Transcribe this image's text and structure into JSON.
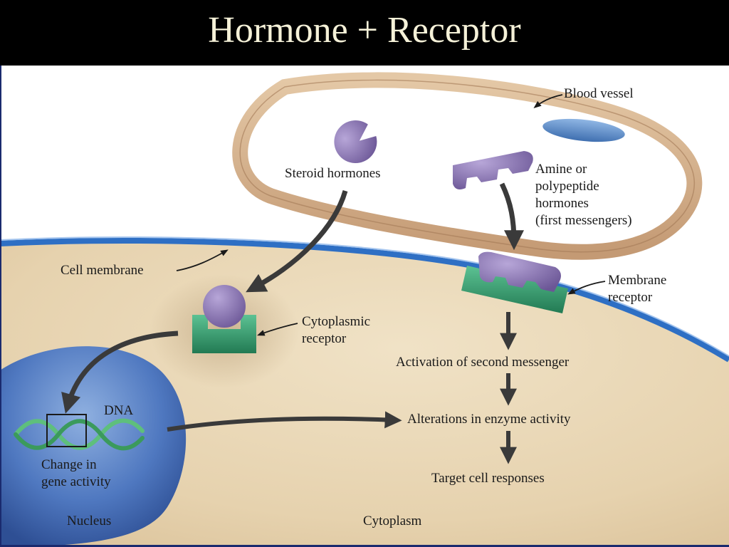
{
  "slide": {
    "title": "Hormone + Receptor"
  },
  "labels": {
    "blood_vessel": "Blood vessel",
    "steroid_hormones": "Steroid hormones",
    "amine_line1": "Amine or",
    "amine_line2": "polypeptide",
    "amine_line3": "hormones",
    "amine_line4": "(first messengers)",
    "cell_membrane": "Cell membrane",
    "membrane_receptor_line1": "Membrane",
    "membrane_receptor_line2": "receptor",
    "cytoplasmic_receptor_line1": "Cytoplasmic",
    "cytoplasmic_receptor_line2": "receptor",
    "activation": "Activation of second messenger",
    "alterations": "Alterations in enzyme activity",
    "target": "Target cell responses",
    "dna": "DNA",
    "change_line1": "Change in",
    "change_line2": "gene activity",
    "nucleus": "Nucleus",
    "cytoplasm": "Cytoplasm"
  },
  "colors": {
    "cytoplasm": "#e8d6b4",
    "membrane": "#2e6fc4",
    "blood_vessel": "#d2b08e",
    "hormone": "#8a74b0",
    "receptor": "#2f9c6e",
    "nucleus": "#3f66b0",
    "dna": "#4fae6e"
  }
}
